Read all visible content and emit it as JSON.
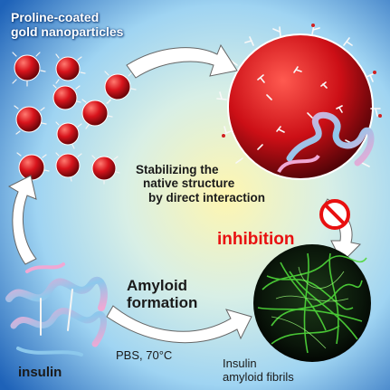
{
  "labels": {
    "np_line1": "Proline-coated",
    "np_line2": "gold nanoparticles",
    "stab_line1": "Stabilizing the",
    "stab_line2": "native structure",
    "stab_line3": "by direct interaction",
    "inhibition": "inhibition",
    "amyloid_line1": "Amyloid",
    "amyloid_line2": "formation",
    "pbs": "PBS, 70°C",
    "insulin": "insulin",
    "fibrils_line1": "Insulin",
    "fibrils_line2": "amyloid fibrils"
  },
  "colors": {
    "background_top": "#1e62b8",
    "background_mid": "#9fd4f2",
    "background_glow": "#fff6b0",
    "nanoparticle_red": "#d8141c",
    "inhibition_red": "#e81010",
    "fibril_green": "#4fd83a",
    "arrow_fill": "#ffffff",
    "insulin_pink": "#f0a8d4",
    "insulin_blue": "#8cc8ec"
  },
  "icons": {
    "inhibition_symbol": "no-entry-sign-icon"
  }
}
